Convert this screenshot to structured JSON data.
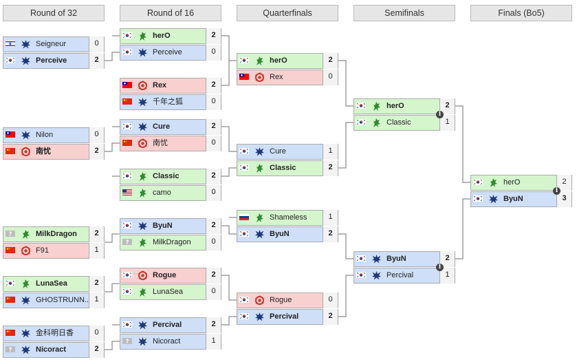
{
  "round_headers": [
    "Round of 32",
    "Round of 16",
    "Quarterfinals",
    "Semifinals",
    "Finals (Bo5)"
  ],
  "colors": {
    "terran": "#cfdff8",
    "zerg": "#f8d0d0",
    "protoss": "#d5f5cd",
    "unknown": "#eeeeee"
  },
  "matches": [
    {
      "round": 0,
      "players": [
        {
          "name": "Seigneur",
          "flag": "israel",
          "race": "terran",
          "score": "0",
          "win": false
        },
        {
          "name": "Perceive",
          "flag": "south-korea",
          "race": "terran",
          "score": "2",
          "win": true
        }
      ]
    },
    {
      "round": 0,
      "players": [
        {
          "name": "Nilon",
          "flag": "taiwan",
          "race": "terran",
          "score": "0",
          "win": false
        },
        {
          "name": "南忧",
          "flag": "china",
          "race": "zerg",
          "score": "2",
          "win": true
        }
      ]
    },
    {
      "round": 0,
      "players": [
        {
          "name": "MilkDragon",
          "flag": "unknown",
          "race": "protoss",
          "score": "2",
          "win": true
        },
        {
          "name": "F91",
          "flag": "china",
          "race": "zerg",
          "score": "1",
          "win": false
        }
      ]
    },
    {
      "round": 0,
      "players": [
        {
          "name": "LunaSea",
          "flag": "south-korea",
          "race": "protoss",
          "score": "2",
          "win": true
        },
        {
          "name": "GHOSTRUNN...",
          "flag": "china",
          "race": "terran",
          "score": "1",
          "win": false
        }
      ]
    },
    {
      "round": 0,
      "players": [
        {
          "name": "金科明日香",
          "flag": "china",
          "race": "terran",
          "score": "0",
          "win": false
        },
        {
          "name": "Nicoract",
          "flag": "unknown",
          "race": "terran",
          "score": "2",
          "win": true
        }
      ]
    },
    {
      "round": 1,
      "players": [
        {
          "name": "herO",
          "flag": "south-korea",
          "race": "protoss",
          "score": "2",
          "win": true
        },
        {
          "name": "Perceive",
          "flag": "south-korea",
          "race": "terran",
          "score": "0",
          "win": false
        }
      ]
    },
    {
      "round": 1,
      "players": [
        {
          "name": "Rex",
          "flag": "taiwan",
          "race": "zerg",
          "score": "2",
          "win": true
        },
        {
          "name": "千年之狐",
          "flag": "china",
          "race": "terran",
          "score": "0",
          "win": false
        }
      ]
    },
    {
      "round": 1,
      "players": [
        {
          "name": "Cure",
          "flag": "south-korea",
          "race": "terran",
          "score": "2",
          "win": true
        },
        {
          "name": "南忧",
          "flag": "china",
          "race": "zerg",
          "score": "0",
          "win": false
        }
      ]
    },
    {
      "round": 1,
      "players": [
        {
          "name": "Classic",
          "flag": "south-korea",
          "race": "protoss",
          "score": "2",
          "win": true
        },
        {
          "name": "camo",
          "flag": "usa",
          "race": "protoss",
          "score": "0",
          "win": false
        }
      ]
    },
    {
      "round": 1,
      "players": [
        {
          "name": "ByuN",
          "flag": "south-korea",
          "race": "terran",
          "score": "2",
          "win": true
        },
        {
          "name": "MilkDragon",
          "flag": "unknown",
          "race": "protoss",
          "score": "0",
          "win": false
        }
      ]
    },
    {
      "round": 1,
      "players": [
        {
          "name": "Rogue",
          "flag": "south-korea",
          "race": "zerg",
          "score": "2",
          "win": true
        },
        {
          "name": "LunaSea",
          "flag": "south-korea",
          "race": "protoss",
          "score": "0",
          "win": false
        }
      ]
    },
    {
      "round": 1,
      "players": [
        {
          "name": "Percival",
          "flag": "south-korea",
          "race": "terran",
          "score": "2",
          "win": true
        },
        {
          "name": "Nicoract",
          "flag": "unknown",
          "race": "terran",
          "score": "1",
          "win": false
        }
      ]
    },
    {
      "round": 2,
      "players": [
        {
          "name": "herO",
          "flag": "south-korea",
          "race": "protoss",
          "score": "2",
          "win": true
        },
        {
          "name": "Rex",
          "flag": "taiwan",
          "race": "zerg",
          "score": "0",
          "win": false
        }
      ]
    },
    {
      "round": 2,
      "players": [
        {
          "name": "Cure",
          "flag": "south-korea",
          "race": "terran",
          "score": "1",
          "win": false
        },
        {
          "name": "Classic",
          "flag": "south-korea",
          "race": "protoss",
          "score": "2",
          "win": true
        }
      ]
    },
    {
      "round": 2,
      "players": [
        {
          "name": "Shameless",
          "flag": "russia",
          "race": "protoss",
          "score": "1",
          "win": false
        },
        {
          "name": "ByuN",
          "flag": "south-korea",
          "race": "terran",
          "score": "2",
          "win": true
        }
      ]
    },
    {
      "round": 2,
      "players": [
        {
          "name": "Rogue",
          "flag": "south-korea",
          "race": "zerg",
          "score": "0",
          "win": false
        },
        {
          "name": "Percival",
          "flag": "south-korea",
          "race": "terran",
          "score": "2",
          "win": true
        }
      ]
    },
    {
      "round": 3,
      "info": true,
      "players": [
        {
          "name": "herO",
          "flag": "south-korea",
          "race": "protoss",
          "score": "2",
          "win": true
        },
        {
          "name": "Classic",
          "flag": "south-korea",
          "race": "protoss",
          "score": "1",
          "win": false
        }
      ]
    },
    {
      "round": 3,
      "info": true,
      "players": [
        {
          "name": "ByuN",
          "flag": "south-korea",
          "race": "terran",
          "score": "2",
          "win": true
        },
        {
          "name": "Percival",
          "flag": "south-korea",
          "race": "terran",
          "score": "1",
          "win": false
        }
      ]
    },
    {
      "round": 4,
      "info": true,
      "players": [
        {
          "name": "herO",
          "flag": "south-korea",
          "race": "protoss",
          "score": "2",
          "win": false
        },
        {
          "name": "ByuN",
          "flag": "south-korea",
          "race": "terran",
          "score": "3",
          "win": true
        }
      ]
    }
  ]
}
